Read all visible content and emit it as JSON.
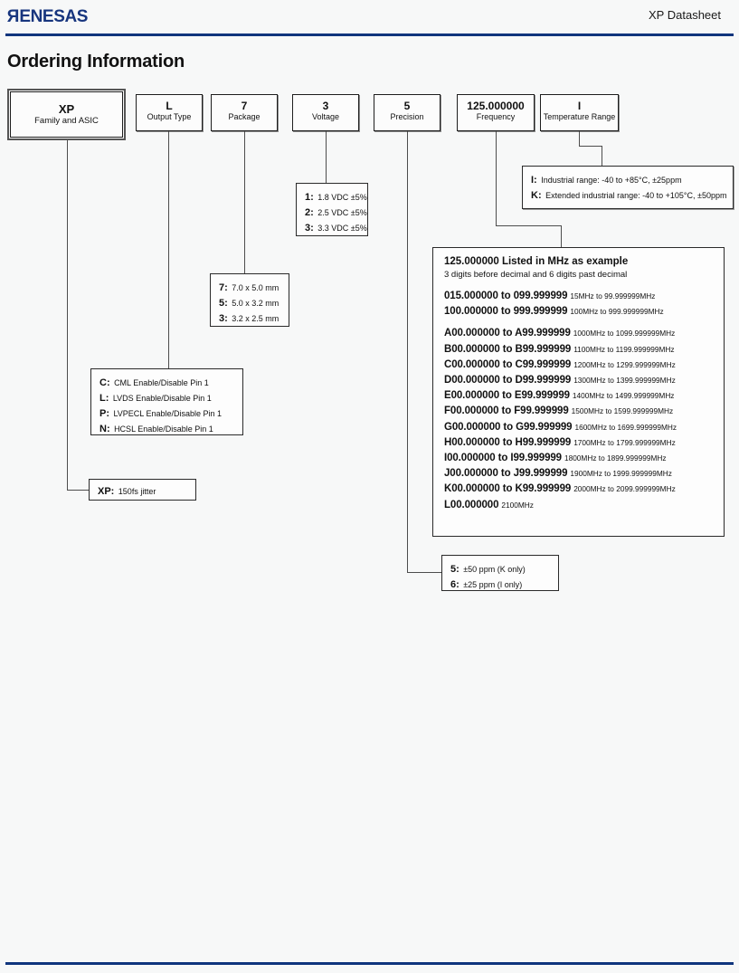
{
  "header": {
    "logo_text": "RENESAS",
    "doc_title": "XP Datasheet",
    "rule_color": "#10357d"
  },
  "section": {
    "title": "Ordering Information"
  },
  "part_number_boxes": [
    {
      "code": "XP",
      "label": "Family and ASIC"
    },
    {
      "code": "L",
      "label": "Output Type"
    },
    {
      "code": "7",
      "label": "Package"
    },
    {
      "code": "3",
      "label": "Voltage"
    },
    {
      "code": "5",
      "label": "Precision"
    },
    {
      "code": "125.000000",
      "label": "Frequency"
    },
    {
      "code": "I",
      "label": "Temperature Range"
    }
  ],
  "temperature_range": {
    "options": [
      {
        "key": "I:",
        "value": "Industrial range: -40 to +85°C, ±25ppm"
      },
      {
        "key": "K:",
        "value": "Extended industrial range: -40 to +105°C, ±50ppm"
      }
    ]
  },
  "voltage": {
    "options": [
      {
        "key": "1:",
        "value": "1.8 VDC ±5%"
      },
      {
        "key": "2:",
        "value": "2.5 VDC ±5%"
      },
      {
        "key": "3:",
        "value": "3.3 VDC ±5%"
      }
    ]
  },
  "package": {
    "options": [
      {
        "key": "7:",
        "value": "7.0 x 5.0 mm"
      },
      {
        "key": "5:",
        "value": "5.0 x 3.2 mm"
      },
      {
        "key": "3:",
        "value": "3.2 x 2.5 mm"
      }
    ]
  },
  "output_type": {
    "options": [
      {
        "key": "C:",
        "value": "CML Enable/Disable Pin 1"
      },
      {
        "key": "L:",
        "value": "LVDS Enable/Disable Pin 1"
      },
      {
        "key": "P:",
        "value": "LVPECL Enable/Disable Pin 1"
      },
      {
        "key": "N:",
        "value": "HCSL Enable/Disable Pin 1"
      }
    ]
  },
  "family": {
    "options": [
      {
        "key": "XP:",
        "value": "150fs jitter"
      }
    ]
  },
  "precision": {
    "options": [
      {
        "key": "5:",
        "value": "±50 ppm (K only)"
      },
      {
        "key": "6:",
        "value": "±25 ppm (I only)"
      }
    ]
  },
  "frequency": {
    "title": "125.000000 Listed in MHz as example",
    "subtitle": "3 digits before decimal and 6 digits past decimal",
    "ranges_group_1": [
      {
        "code": "015.000000 to 099.999999",
        "note": "15MHz to 99.999999MHz"
      },
      {
        "code": "100.000000 to 999.999999",
        "note": "100MHz to 999.999999MHz"
      }
    ],
    "ranges_group_2": [
      {
        "code": "A00.000000 to A99.999999",
        "note": "1000MHz to 1099.999999MHz"
      },
      {
        "code": "B00.000000 to B99.999999",
        "note": "1100MHz to 1199.999999MHz"
      },
      {
        "code": "C00.000000 to C99.999999",
        "note": "1200MHz to 1299.999999MHz"
      },
      {
        "code": "D00.000000 to D99.999999",
        "note": "1300MHz to 1399.999999MHz"
      },
      {
        "code": "E00.000000 to E99.999999",
        "note": "1400MHz to 1499.999999MHz"
      },
      {
        "code": "F00.000000 to F99.999999",
        "note": "1500MHz to 1599.999999MHz"
      },
      {
        "code": "G00.000000 to G99.999999",
        "note": "1600MHz to 1699.999999MHz"
      },
      {
        "code": "H00.000000 to H99.999999",
        "note": "1700MHz to 1799.999999MHz"
      },
      {
        "code": "I00.000000 to I99.999999",
        "note": "1800MHz to 1899.999999MHz"
      },
      {
        "code": "J00.000000 to J99.999999",
        "note": "1900MHz to 1999.999999MHz"
      },
      {
        "code": "K00.000000 to K99.999999",
        "note": "2000MHz to 2099.999999MHz"
      },
      {
        "code": "L00.000000",
        "note": "2100MHz"
      }
    ]
  }
}
